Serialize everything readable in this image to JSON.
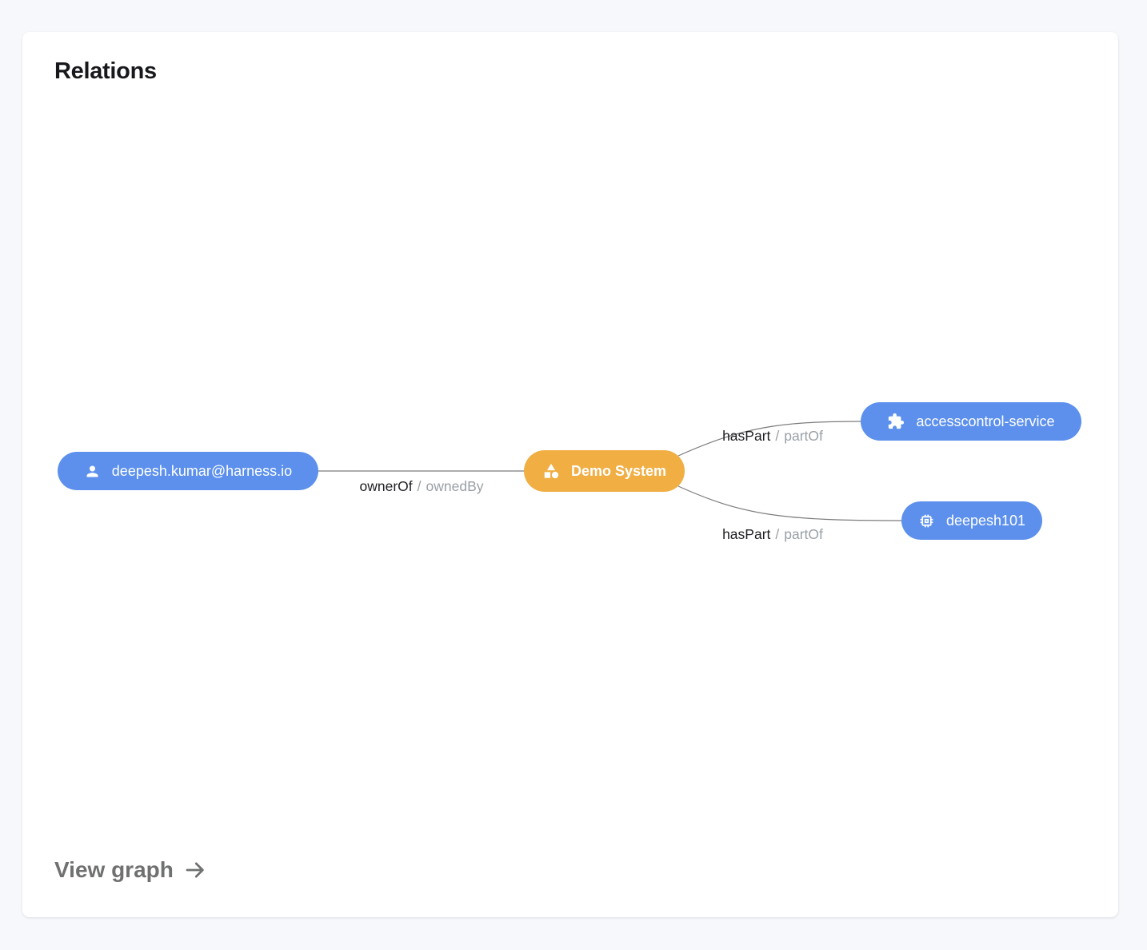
{
  "card": {
    "title": "Relations",
    "footer_link": {
      "label": "View graph"
    }
  },
  "colors": {
    "node_blue": "#5C90EC",
    "node_orange": "#F0AE43",
    "node_text": "#FFFFFF",
    "edge_line": "#7C7C7C",
    "label_primary": "#1E1F23",
    "label_secondary": "#9AA0A6",
    "background": "#F6F8FB",
    "card_background": "#FFFFFF"
  },
  "graph": {
    "nodes": [
      {
        "id": "user",
        "label": "deepesh.kumar@harness.io",
        "icon": "person-icon",
        "color": "#5C90EC"
      },
      {
        "id": "system",
        "label": "Demo System",
        "icon": "category-icon",
        "color": "#F0AE43"
      },
      {
        "id": "service",
        "label": "accesscontrol-service",
        "icon": "puzzle-icon",
        "color": "#5C90EC"
      },
      {
        "id": "component",
        "label": "deepesh101",
        "icon": "chip-icon",
        "color": "#5C90EC"
      }
    ],
    "edges": [
      {
        "from": "user",
        "to": "system",
        "label_primary": "ownerOf",
        "label_separator": "/",
        "label_secondary": "ownedBy"
      },
      {
        "from": "system",
        "to": "service",
        "label_primary": "hasPart",
        "label_separator": "/",
        "label_secondary": "partOf"
      },
      {
        "from": "system",
        "to": "component",
        "label_primary": "hasPart",
        "label_separator": "/",
        "label_secondary": "partOf"
      }
    ]
  }
}
